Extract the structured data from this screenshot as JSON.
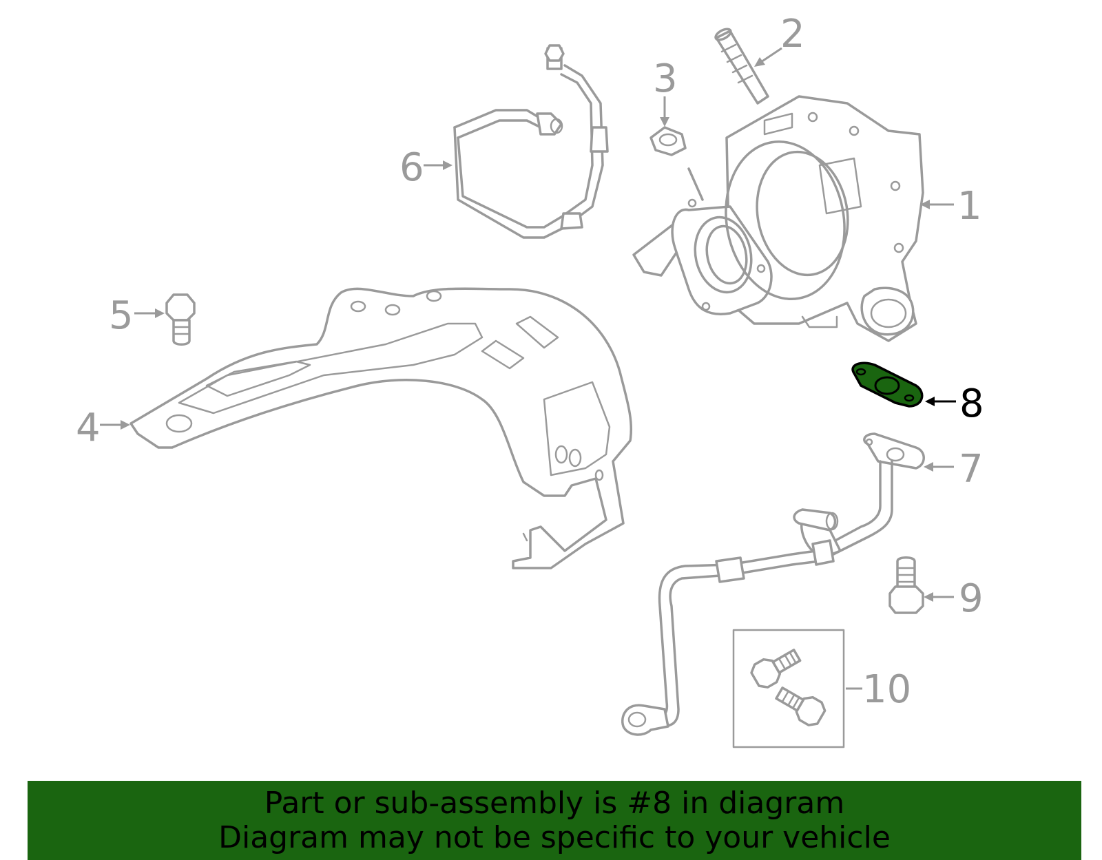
{
  "callouts": {
    "c1": "1",
    "c2": "2",
    "c3": "3",
    "c4": "4",
    "c5": "5",
    "c6": "6",
    "c7": "7",
    "c8": "8",
    "c9": "9",
    "c10": "10"
  },
  "highlight_color": "#1a6510",
  "line_color": "#9a9a9a",
  "banner": {
    "line1": "Part or sub-assembly is #8 in diagram",
    "line2": "Diagram may not be specific to your vehicle"
  }
}
